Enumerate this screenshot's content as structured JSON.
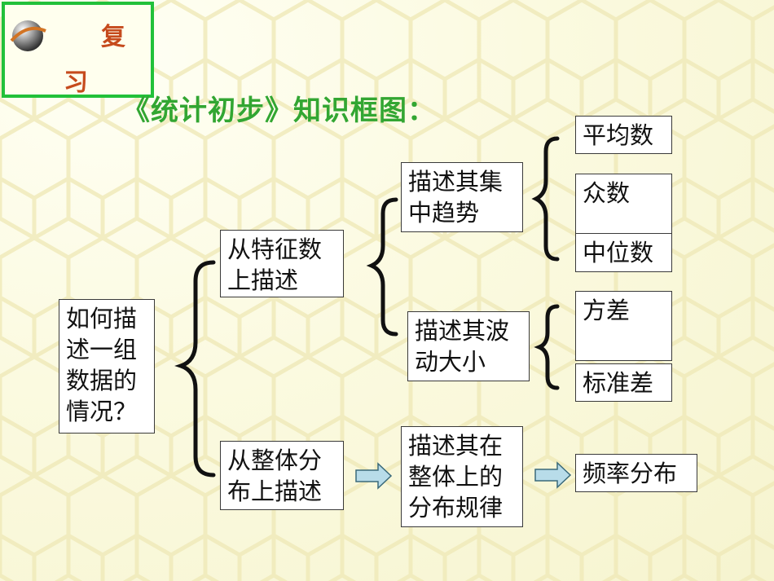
{
  "badge": {
    "char1": "复",
    "char2": "习"
  },
  "title": "《统计初步》知识框图：",
  "nodes": {
    "root": "如何描述一组数据的情况？",
    "feature": "从特征数上描述",
    "overall": "从整体分布上描述",
    "central": "描述其集中趋势",
    "spread": "描述其波动大小",
    "distribution": "描述其在整体上的分布规律",
    "mean": "平均数",
    "mode": "众数",
    "median": "中位数",
    "variance": "方差",
    "stddev": "标准差",
    "frequency": "频率分布"
  },
  "colors": {
    "title": "#32a632",
    "badge_border": "#22c13a",
    "badge_text": "#c64b1d",
    "arrow": "#b8dce9"
  }
}
